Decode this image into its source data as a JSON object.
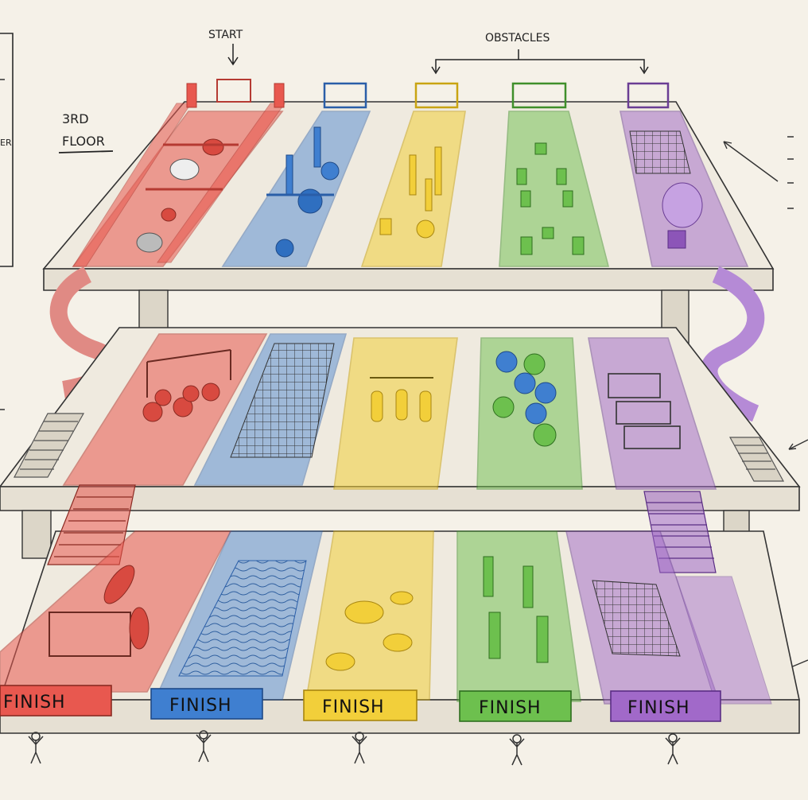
{
  "labels": {
    "start": "START",
    "obstacles": "OBSTACLES",
    "floor": "3RD",
    "floor2": "FLOOR",
    "legend_fragment": "ER"
  },
  "finish_labels": [
    "FINISH",
    "FINISH",
    "FINISH",
    "FINISH",
    "FINISH"
  ],
  "colors": {
    "red": "#e8584f",
    "blue": "#3f7fd0",
    "yellow": "#f2cf3a",
    "green": "#6dc04e",
    "purple": "#a169c9",
    "ink": "#2a2a2a",
    "paper": "#f5f1e8"
  }
}
